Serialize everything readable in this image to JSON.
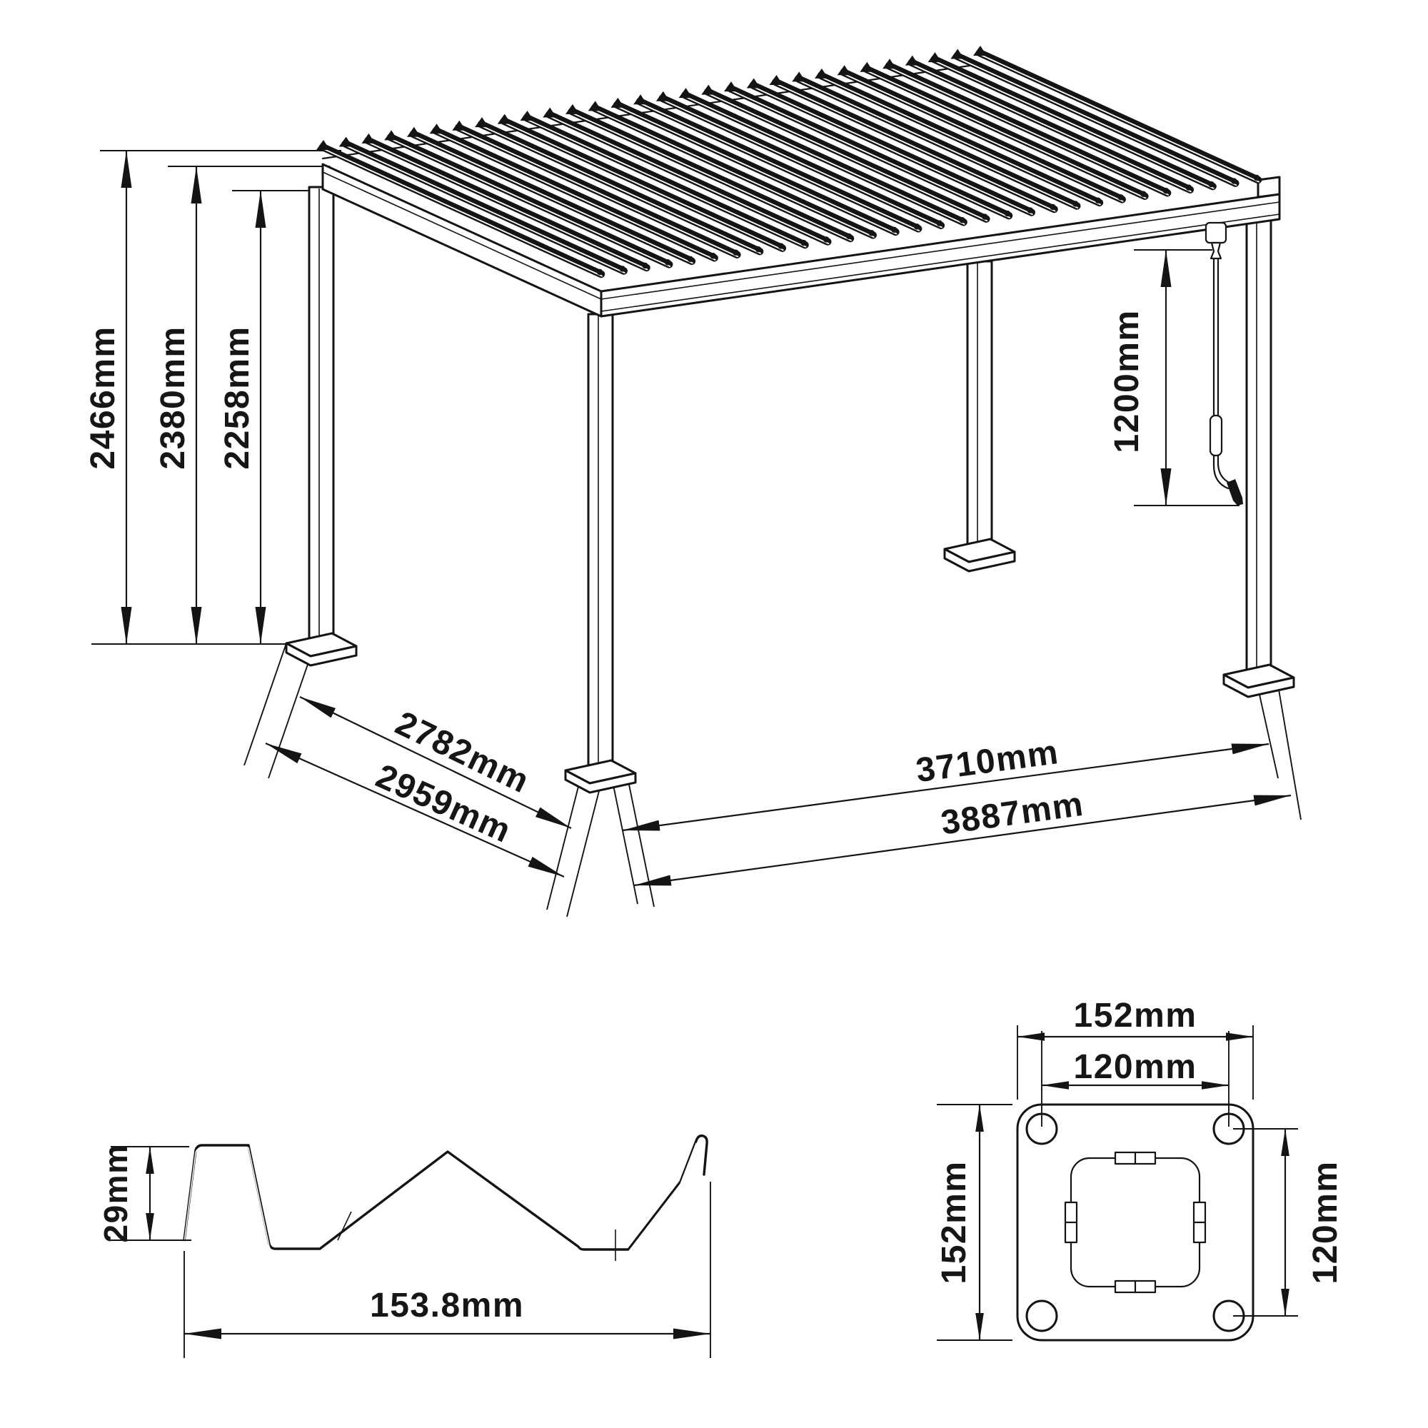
{
  "colors": {
    "ink": "#141414",
    "background": "#ffffff"
  },
  "main_view": {
    "louver_count": 30,
    "height_dims": [
      {
        "label": "2466mm"
      },
      {
        "label": "2380mm"
      },
      {
        "label": "2258mm"
      }
    ],
    "crank_drop_dim": {
      "label": "1200mm"
    },
    "depth_dims": [
      {
        "label": "2782mm"
      },
      {
        "label": "2959mm"
      }
    ],
    "width_dims": [
      {
        "label": "3710mm"
      },
      {
        "label": "3887mm"
      }
    ]
  },
  "louver_profile_view": {
    "height_dim": {
      "label": "29mm"
    },
    "width_dim": {
      "label": "153.8mm"
    }
  },
  "base_plate_view": {
    "outer_width_dim": {
      "label": "152mm"
    },
    "hole_spacing_top_dim": {
      "label": "120mm"
    },
    "outer_height_dim": {
      "label": "152mm"
    },
    "hole_spacing_side_dim": {
      "label": "120mm"
    }
  }
}
